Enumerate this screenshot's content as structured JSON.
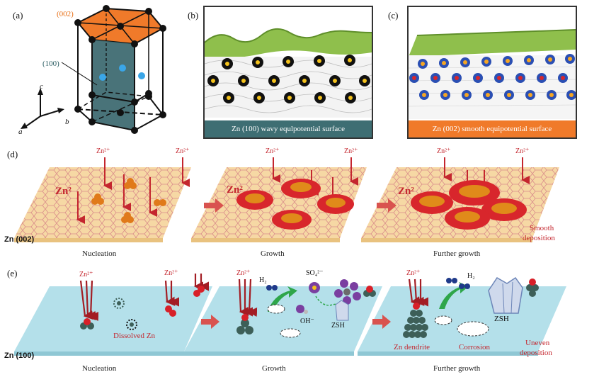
{
  "panel_a": {
    "letter": "(a)",
    "plane_002": "(002)",
    "plane_100": "(100)",
    "axes": {
      "c": "c",
      "a": "a",
      "b": "b"
    },
    "colors": {
      "top_face": "#f07a2a",
      "side_face": "#3f6b72",
      "ion": "#3aa6e8"
    }
  },
  "panel_b": {
    "letter": "(b)",
    "caption": "Zn (100) wavy equlpotential surface",
    "caption_bg": "#3e6e73"
  },
  "panel_c": {
    "letter": "(c)",
    "caption": "Zn (002) smooth equipotential surface",
    "caption_bg": "#f07a2a"
  },
  "panel_d": {
    "letter": "(d)",
    "base_label": "Zn (002)",
    "ion_small": "Zn²⁺",
    "ion_big": "Zn²",
    "stages": [
      "Nucleation",
      "Growth",
      "Further growth"
    ],
    "result": [
      "Smooth",
      "deposition"
    ],
    "colors": {
      "substrate": "#f6d8a4",
      "lattice": "#d98b8b",
      "cluster": "#d8262c",
      "arrow": "#c4262e"
    }
  },
  "panel_e": {
    "letter": "(e)",
    "base_label": "Zn (100)",
    "ion_small": "Zn²⁺",
    "stages": [
      "Nucleation",
      "Growth",
      "Further growth"
    ],
    "labels": {
      "dissolved": "Dissolved Zn",
      "h2": "H₂",
      "so4": "SO₄²⁻",
      "oh": "OH⁻",
      "zsh": "ZSH",
      "dendrite": "Zn dendrite",
      "corrosion": "Corrosion",
      "uneven": [
        "Uneven",
        "deposition"
      ]
    },
    "colors": {
      "substrate": "#b4e0ea",
      "atom": "#3d5f58",
      "zn_red": "#d82028",
      "h2": "#1f3a8a",
      "gas_arrow": "#2ea64a"
    }
  }
}
